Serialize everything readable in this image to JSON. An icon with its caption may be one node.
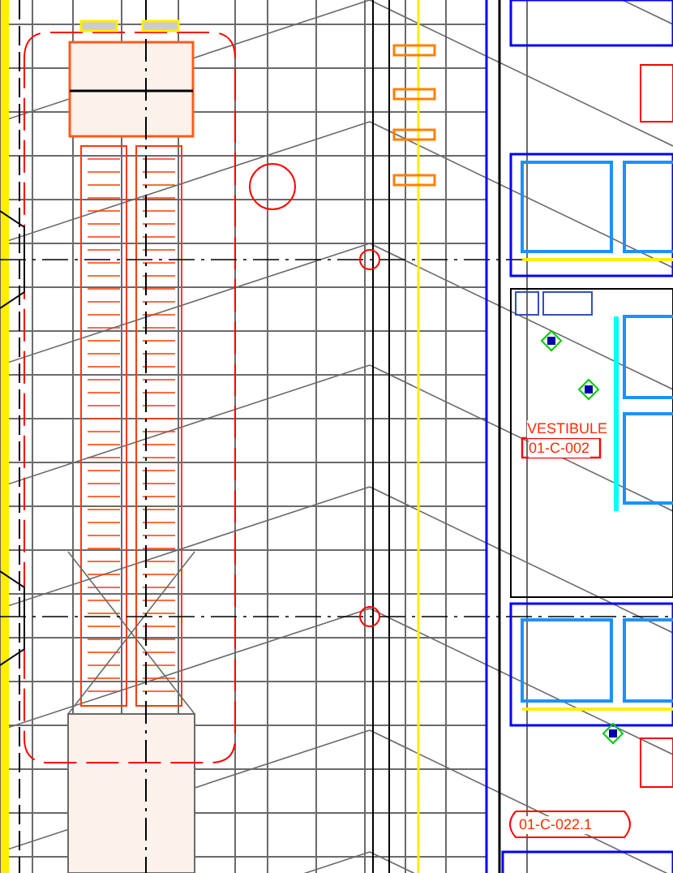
{
  "diagram": {
    "labels": [
      "VESTIBULE",
      "01-C-002",
      "01-C-022.1"
    ]
  }
}
